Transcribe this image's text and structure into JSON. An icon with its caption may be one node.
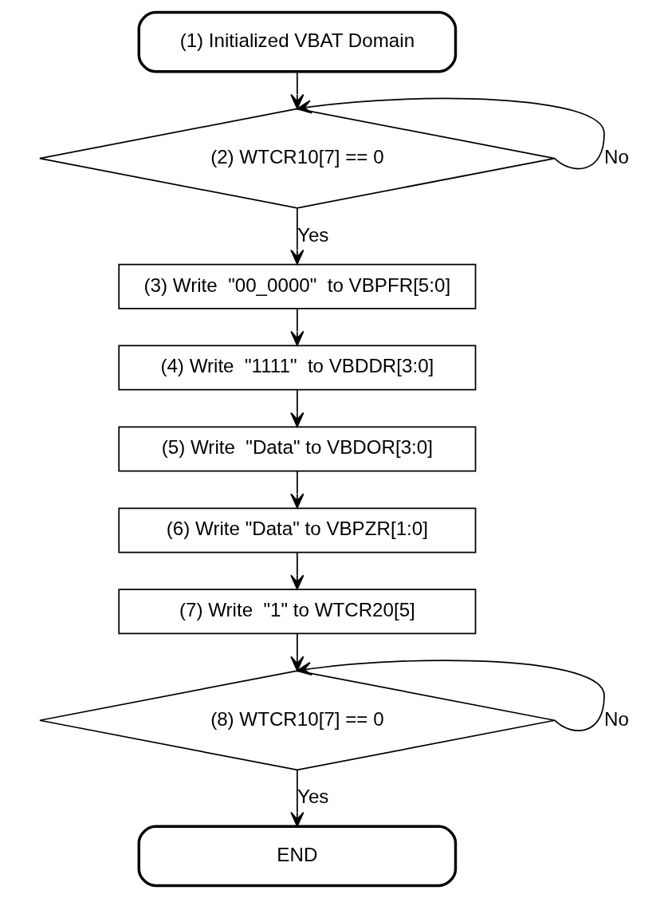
{
  "diagram": {
    "nodes": [
      {
        "text": [
          "(1) Initialized VBAT Domain"
        ]
      },
      {
        "text": [
          "(2) WTCR10[7] == 0"
        ]
      },
      {
        "text": [
          "(3) Write  \"00_0000\"  to VBPFR[5:0]"
        ]
      },
      {
        "text": [
          "(4) Write  \"1111\"  to VBDDR[3:0]"
        ]
      },
      {
        "text": [
          "(5) Write  \"Data\" to VBDOR[3:0]"
        ]
      },
      {
        "text": [
          "(6) Write \"Data\" to VBPZR[1:0]"
        ]
      },
      {
        "text": [
          "(7) Write  \"1\" to WTCR20[5]"
        ]
      },
      {
        "text": [
          "(8) WTCR10[7] == 0"
        ]
      },
      {
        "text": [
          "END"
        ]
      }
    ],
    "edges": [
      {
        "from": 0,
        "to": 1,
        "arrow": "to"
      },
      {
        "from": 1,
        "to": 1,
        "arrow": "to",
        "label": "No"
      },
      {
        "from": 1,
        "to": 2,
        "arrow": "to",
        "label": "Yes"
      },
      {
        "from": 2,
        "to": 3,
        "arrow": "to"
      },
      {
        "from": 3,
        "to": 4,
        "arrow": "to"
      },
      {
        "from": 4,
        "to": 5,
        "arrow": "to"
      },
      {
        "from": 5,
        "to": 6,
        "arrow": "to"
      },
      {
        "from": 6,
        "to": 7,
        "arrow": "to"
      },
      {
        "from": 7,
        "to": 7,
        "arrow": "to",
        "label": "No"
      },
      {
        "from": 7,
        "to": 8,
        "arrow": "to",
        "label": "Yes"
      }
    ]
  }
}
